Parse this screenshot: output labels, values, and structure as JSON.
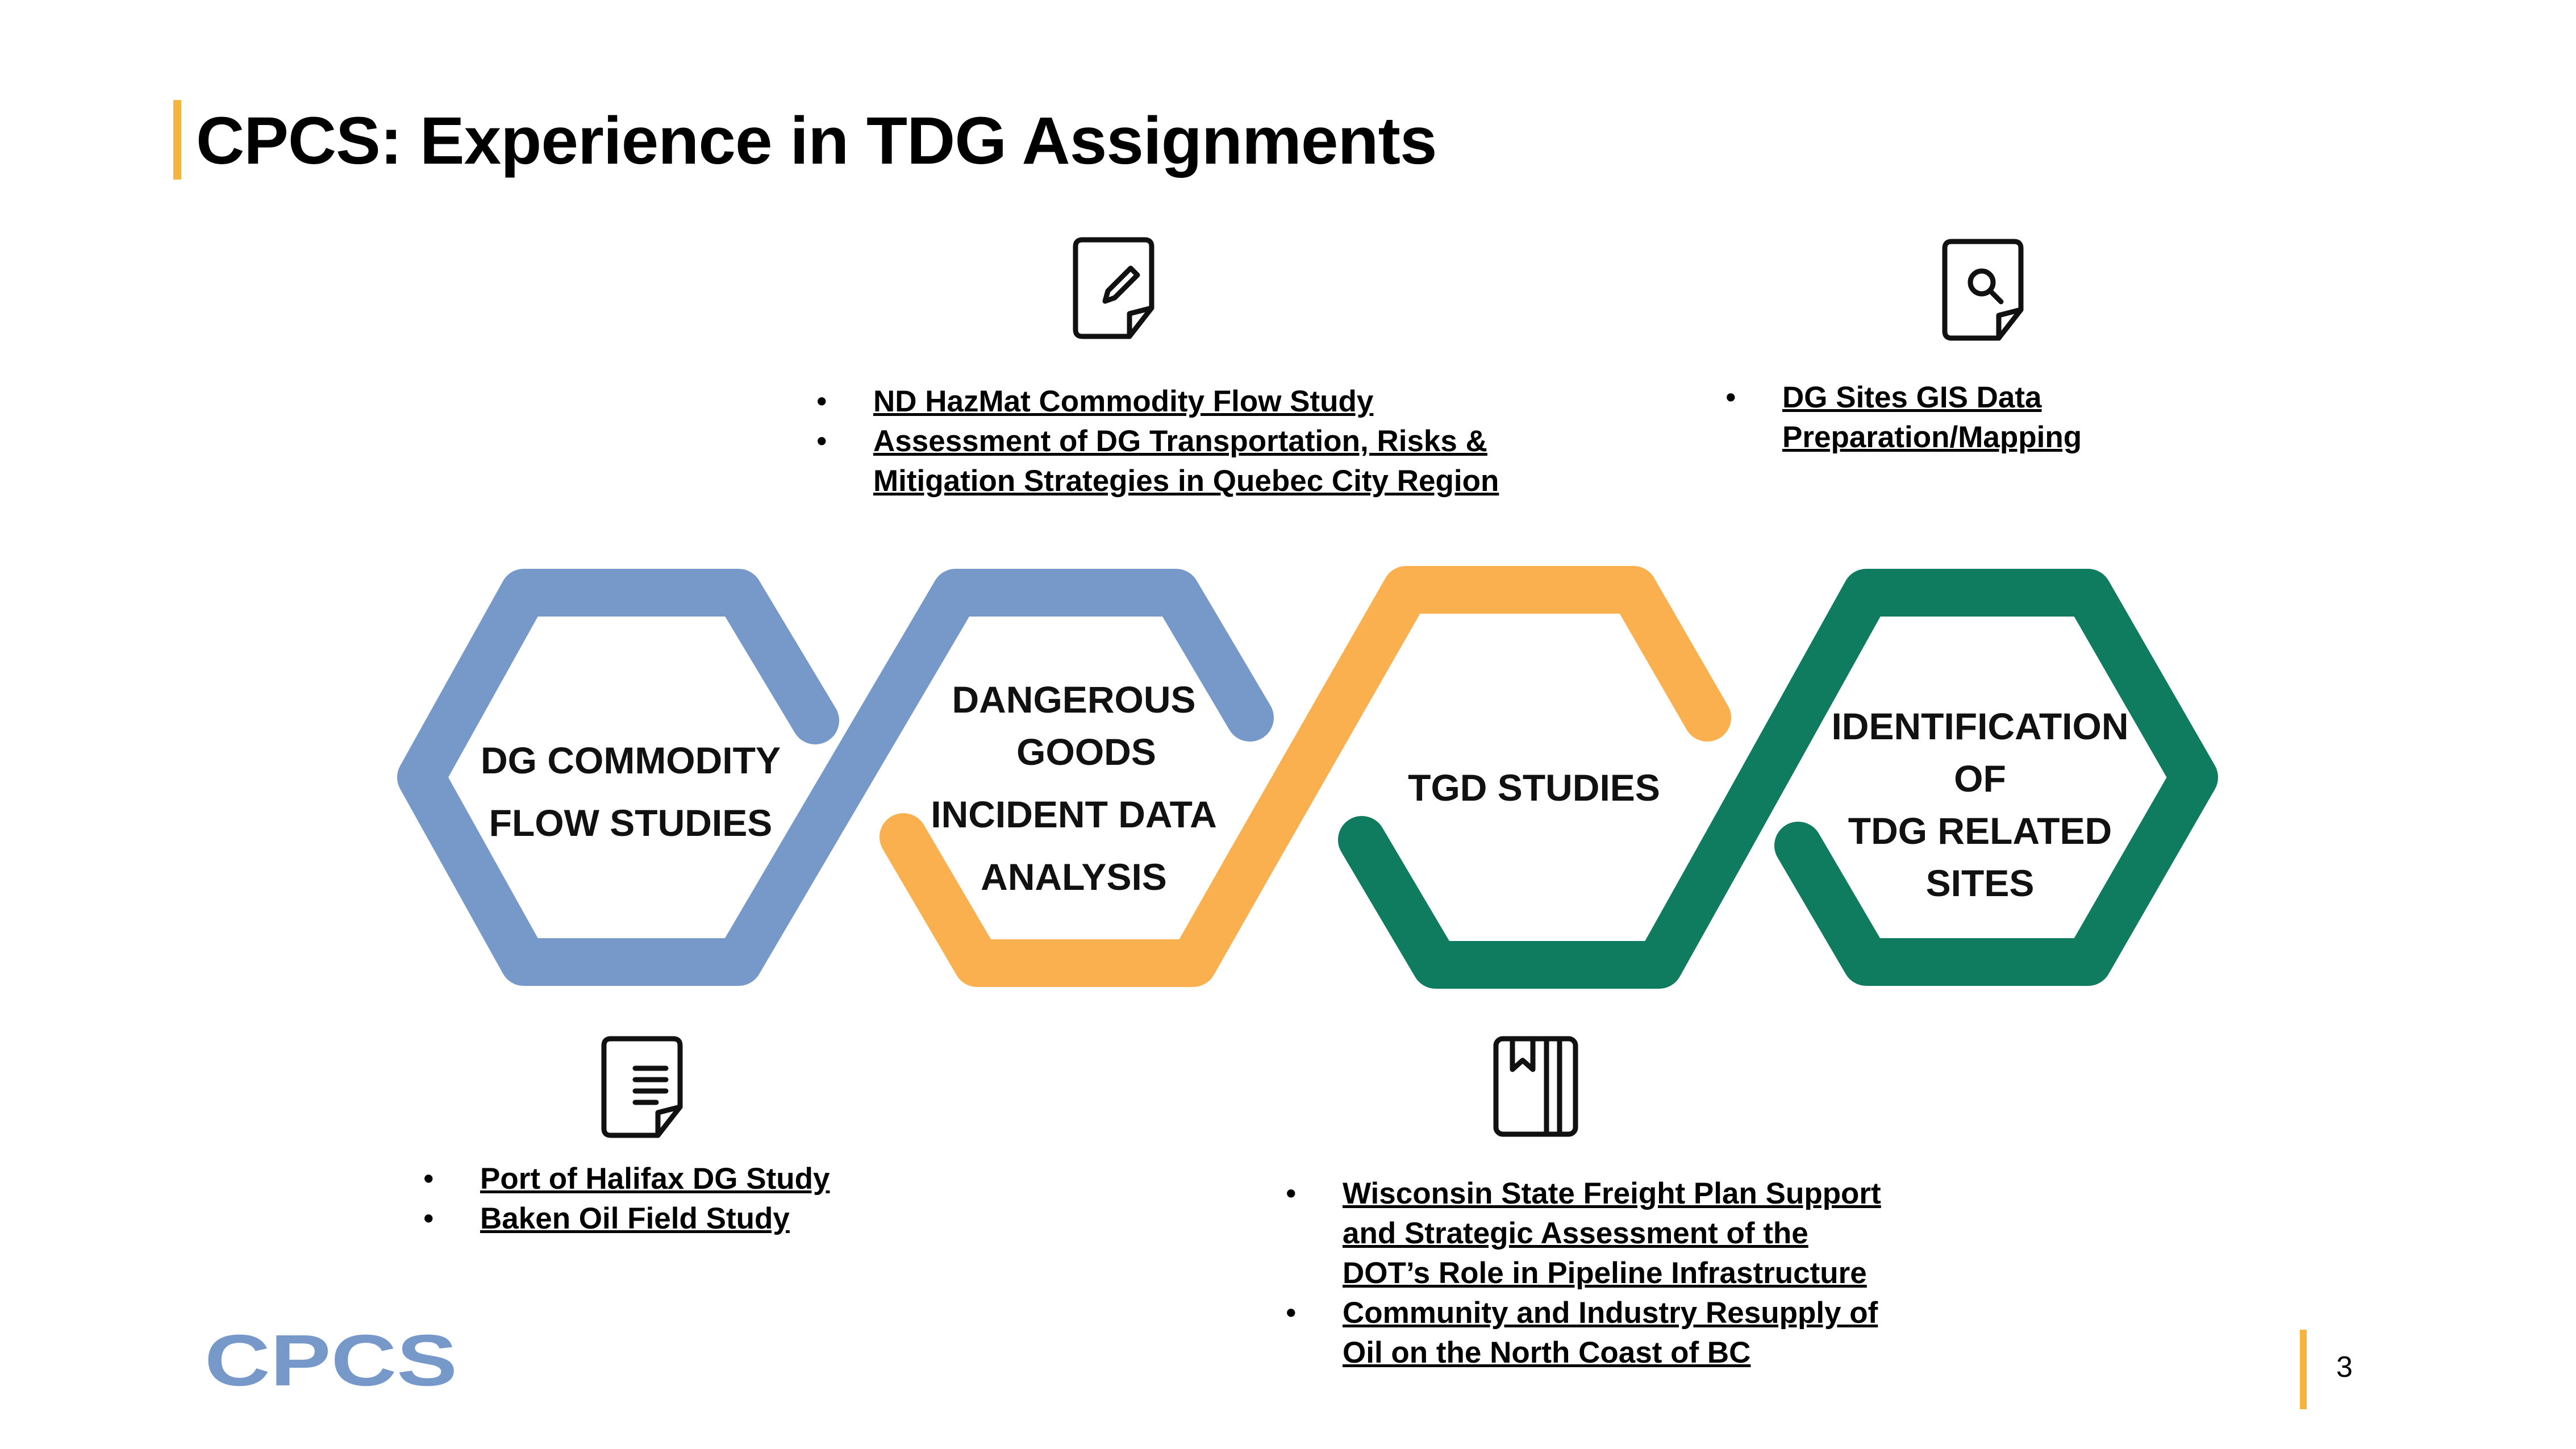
{
  "title": "CPCS: Experience in TDG Assignments",
  "colors": {
    "blue": "#7699C9",
    "orange": "#FBB04F",
    "green": "#0F7B5F",
    "accent": "#F6B33D"
  },
  "hexagons": [
    {
      "lines": [
        "DG COMMODITY",
        "FLOW STUDIES"
      ],
      "color": "blue"
    },
    {
      "lines": [
        "DANGEROUS",
        "GOODS",
        "INCIDENT DATA",
        "ANALYSIS"
      ],
      "color": "orange"
    },
    {
      "lines": [
        "TGD STUDIES"
      ],
      "color": "green"
    },
    {
      "lines": [
        "IDENTIFICATION",
        "OF",
        "TDG RELATED",
        "SITES"
      ],
      "color": "green"
    }
  ],
  "note_groups": [
    {
      "icon": "document-lines-icon",
      "items": [
        [
          "Port of Halifax DG Study"
        ],
        [
          "Baken Oil Field Study"
        ]
      ]
    },
    {
      "icon": "document-pencil-icon",
      "items": [
        [
          "ND HazMat Commodity Flow Study"
        ],
        [
          "Assessment of DG Transportation, Risks &",
          "Mitigation Strategies in Quebec City Region"
        ]
      ]
    },
    {
      "icon": "notebook-icon",
      "items": [
        [
          "Wisconsin State Freight Plan Support",
          "and Strategic Assessment of the",
          "DOT’s Role in Pipeline Infrastructure"
        ],
        [
          "Community and Industry Resupply of",
          "Oil on the North Coast of BC"
        ]
      ]
    },
    {
      "icon": "document-search-icon",
      "items": [
        [
          "DG Sites GIS Data",
          "Preparation/Mapping"
        ]
      ]
    }
  ],
  "logo": {
    "text": "CPCS",
    "color": "#7699C9"
  },
  "page_number": "3"
}
